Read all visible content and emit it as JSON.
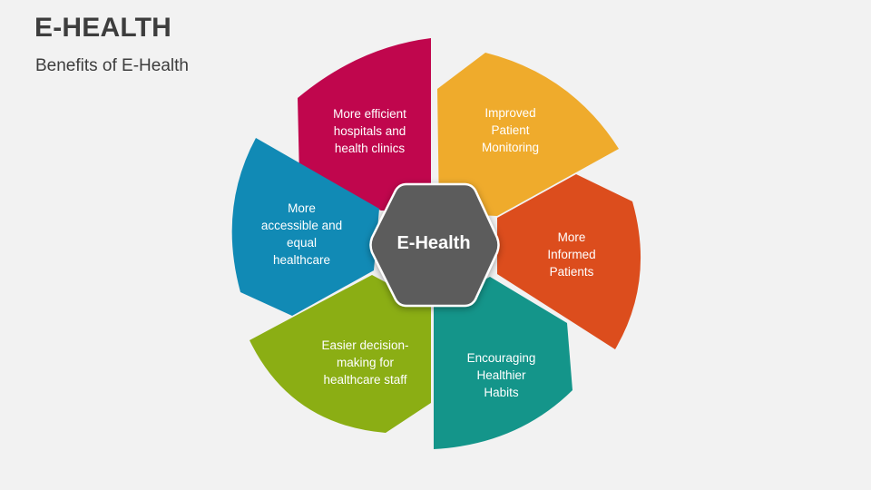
{
  "header": {
    "title": "E-HEALTH",
    "subtitle": "Benefits of E-Health"
  },
  "hub": {
    "label": "E-Health",
    "color": "#5b5b5b"
  },
  "petals": [
    {
      "label": "More efficient hospitals and health clinics",
      "lines": [
        "More efficient",
        "hospitals and",
        "health clinics"
      ],
      "color": "#c0064d"
    },
    {
      "label": "Improved Patient Monitoring",
      "lines": [
        "Improved",
        "Patient",
        "Monitoring"
      ],
      "color": "#efab2c"
    },
    {
      "label": "More Informed Patients",
      "lines": [
        "More",
        "Informed",
        "Patients"
      ],
      "color": "#dc4d1d"
    },
    {
      "label": "Encouraging Healthier Habits",
      "lines": [
        "Encouraging",
        "Healthier",
        "Habits"
      ],
      "color": "#14958a"
    },
    {
      "label": "Easier decision-making for healthcare staff",
      "lines": [
        "Easier decision-",
        "making for",
        "healthcare staff"
      ],
      "color": "#8bae14"
    },
    {
      "label": "More accessible and equal healthcare",
      "lines": [
        "More",
        "accessible and",
        "equal",
        "healthcare"
      ],
      "color": "#118ab5"
    }
  ]
}
